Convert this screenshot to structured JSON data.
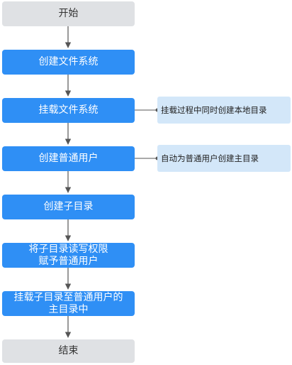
{
  "flow": {
    "start": "开始",
    "steps": [
      "创建文件系统",
      "挂载文件系统",
      "创建普通用户",
      "创建子目录",
      [
        "将子目录读写权限",
        "赋予普通用户"
      ],
      [
        "挂载子目录至普通用户的",
        "主目录中"
      ]
    ],
    "end": "结束"
  },
  "notes": {
    "mount_fs": "挂载过程中同时创建本地目录",
    "create_user": "自动为普通用户创建主目录"
  },
  "colors": {
    "step_fill": "#2f8ff5",
    "terminal_fill": "#dfe1e4",
    "note_fill": "#d3e7f9",
    "connector": "#555555"
  }
}
